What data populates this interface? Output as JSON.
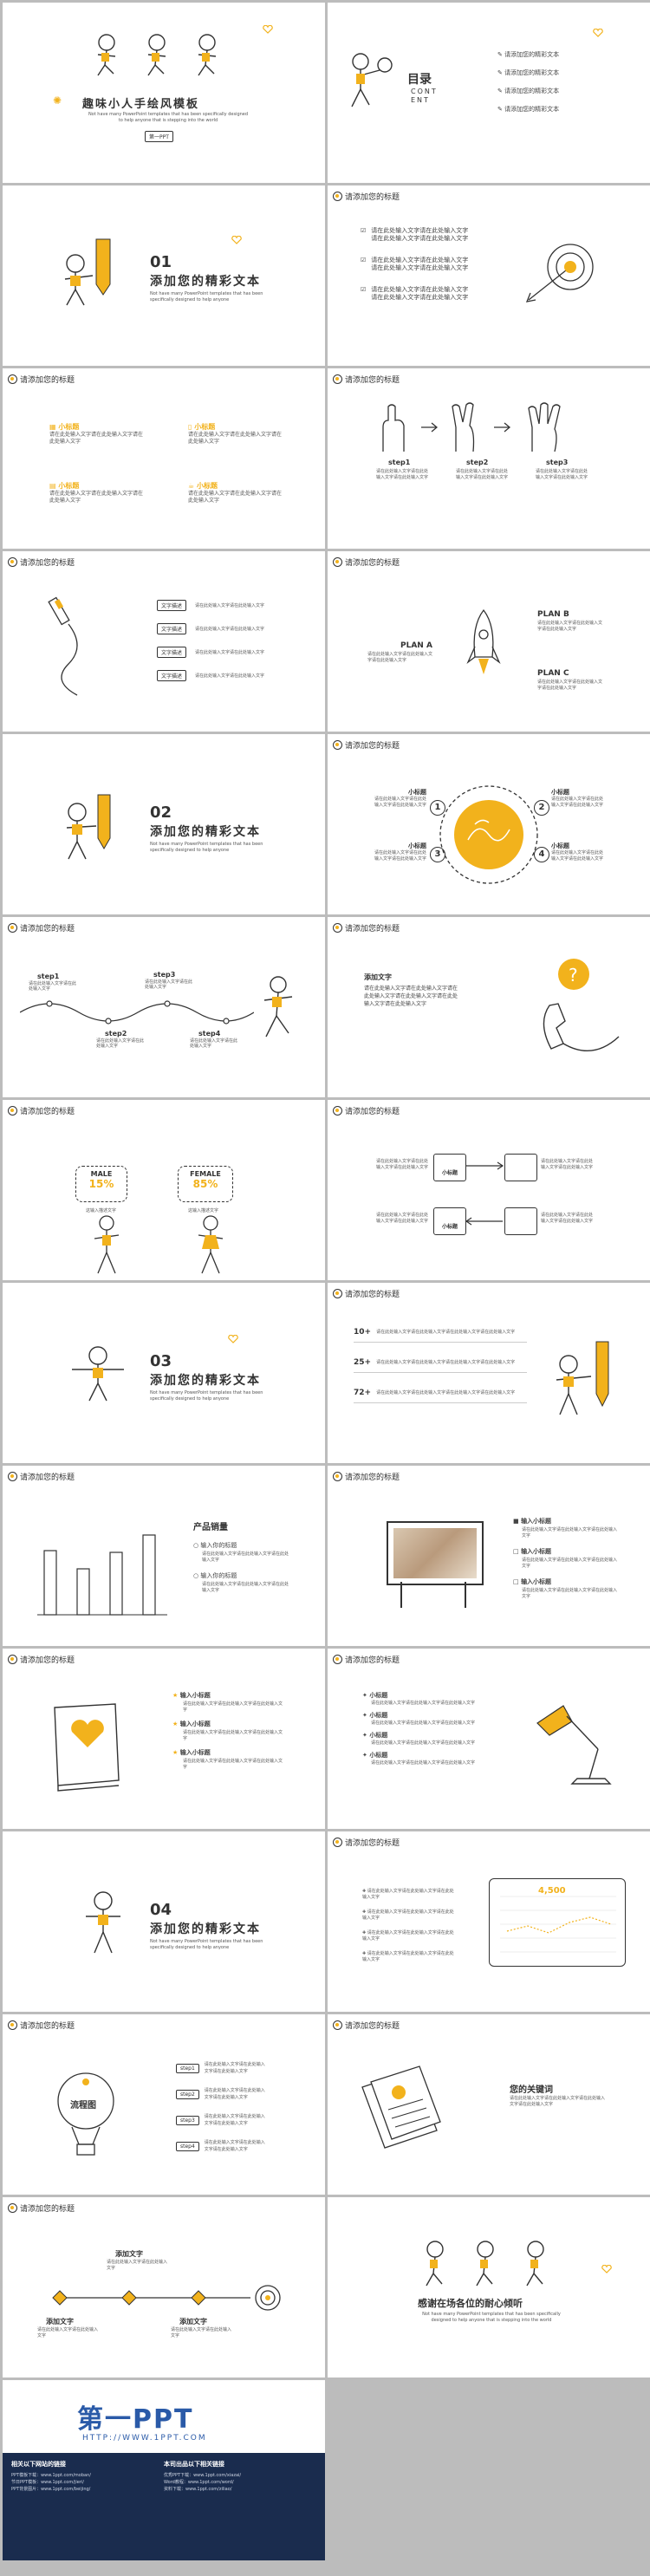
{
  "colors": {
    "accent": "#f2b21c",
    "ink": "#333333",
    "footer": "#1a2c4e",
    "divider": "#bcbcbc"
  },
  "s1": {
    "title": "趣味小人手绘风模板",
    "sub": "Not have many PowerPoint templates that has been specifically designed to help anyone that is stepping into the world",
    "tag": "第一PPT"
  },
  "s2": {
    "title": "目录",
    "content": "CONT\nENT",
    "items": [
      "请添加您的精彩文本",
      "请添加您的精彩文本",
      "请添加您的精彩文本",
      "请添加您的精彩文本"
    ]
  },
  "header": "请添加您的标题",
  "sec1": {
    "num": "01",
    "title": "添加您的精彩文本",
    "sub": "Not have many PowerPoint templates that has been specifically designed to help anyone"
  },
  "s4": {
    "items": [
      "请在此处输入文字请在此处输入文字请在此处输入文字请在此处输入文字",
      "请在此处输入文字请在此处输入文字请在此处输入文字请在此处输入文字",
      "请在此处输入文字请在此处输入文字请在此处输入文字请在此处输入文字"
    ]
  },
  "s5": {
    "heading": "小标题",
    "texts": [
      "请在此处输入文字请在此处输入文字请在此处输入文字",
      "请在此处输入文字请在此处输入文字请在此处输入文字",
      "请在此处输入文字请在此处输入文字请在此处输入文字",
      "请在此处输入文字请在此处输入文字请在此处输入文字"
    ]
  },
  "s6": {
    "steps": [
      "step1",
      "step2",
      "step3"
    ],
    "text": "请在此处输入文字请在此处输入文字请在此处输入文字"
  },
  "s7": {
    "labels": [
      "文字描述",
      "文字描述",
      "文字描述",
      "文字描述"
    ],
    "text": "请在此处输入文字请在此处输入文字"
  },
  "s8": {
    "a": "PLAN A",
    "b": "PLAN B",
    "c": "PLAN C",
    "text": "请在此处输入文字请在此处输入文字请在此处输入文字"
  },
  "sec2": {
    "num": "02",
    "title": "添加您的精彩文本",
    "sub": "Not have many PowerPoint templates that has been specifically designed to help anyone"
  },
  "s10": {
    "heading": "小标题",
    "nums": [
      "1",
      "2",
      "3",
      "4"
    ],
    "text": "请在此处输入文字请在此处输入文字请在此处输入文字"
  },
  "s11": {
    "steps": [
      "step1",
      "step2",
      "step3",
      "step4"
    ],
    "text": "请在此处输入文字请在此处输入文字"
  },
  "s12": {
    "heading": "添加文字",
    "text": "请在此处输入文字请在此处输入文字请在此处输入文字请在此处输入文字请在此处输入文字请在此处输入文字"
  },
  "s13": {
    "male": "MALE",
    "male_pct": "15%",
    "female": "FEMALE",
    "female_pct": "85%",
    "cap": "这输入描述文字"
  },
  "s14": {
    "heading": "小标题",
    "text": "请在此处输入文字请在此处输入文字请在此处输入文字"
  },
  "sec3": {
    "num": "03",
    "title": "添加您的精彩文本",
    "sub": "Not have many PowerPoint templates that has been specifically designed to help anyone"
  },
  "s16": {
    "nums": [
      "10+",
      "25+",
      "72+"
    ],
    "text": "请在此处输入文字请在此处输入文字请在此处输入文字请在此处输入文字"
  },
  "s17": {
    "heading": "产品销量",
    "sub": "输入你的标题",
    "text": "请在此处输入文字请在此处输入文字请在此处输入文字",
    "bars": [
      0.74,
      0.53,
      0.72,
      0.92
    ]
  },
  "s18": {
    "heading": "输入小标题",
    "text": "请在此处输入文字请在此处输入文字请在此处输入文字"
  },
  "s19": {
    "heading": "输入小标题",
    "text": "请在此处输入文字请在此处输入文字请在此处输入文字"
  },
  "s20": {
    "heading": "小标题",
    "text": "请在此处输入文字请在此处输入文字请在此处输入文字"
  },
  "sec4": {
    "num": "04",
    "title": "添加您的精彩文本",
    "sub": "Not have many PowerPoint templates that has been specifically designed to help anyone"
  },
  "s22": {
    "value": "4,500",
    "text": "请在此处输入文字请在此处输入文字请在此处输入文字"
  },
  "s23": {
    "center": "流程图",
    "steps": [
      "step1",
      "step2",
      "step3",
      "step4"
    ],
    "text": "请在此处输入文字请在此处输入文字请在此处输入文字"
  },
  "s24": {
    "heading": "您的关键词",
    "text": "请在此处输入文字请在此处输入文字请在此处输入文字请在此处输入文字"
  },
  "s25": {
    "heading": "添加文字",
    "text": "请在此处输入文字请在此处输入文字"
  },
  "s26": {
    "title": "感谢在场各位的耐心倾听",
    "sub": "Not have many PowerPoint templates that has been specifically designed to help anyone that is stepping into the world"
  },
  "footer": {
    "logo": "第一PPT",
    "url": "HTTP://WWW.1PPT.COM",
    "col1": "相关以下网站的链接",
    "col2": "本司出品以下相关链接",
    "lines": [
      "PPT模板下载：www.1ppt.com/moban/",
      "节日PPT模板：www.1ppt.com/jieri/",
      "PPT背景图片：www.1ppt.com/beijing/",
      "优秀PPT下载：www.1ppt.com/xiazai/",
      "Word教程：www.1ppt.com/word/",
      "资料下载：www.1ppt.com/ziliao/"
    ]
  }
}
